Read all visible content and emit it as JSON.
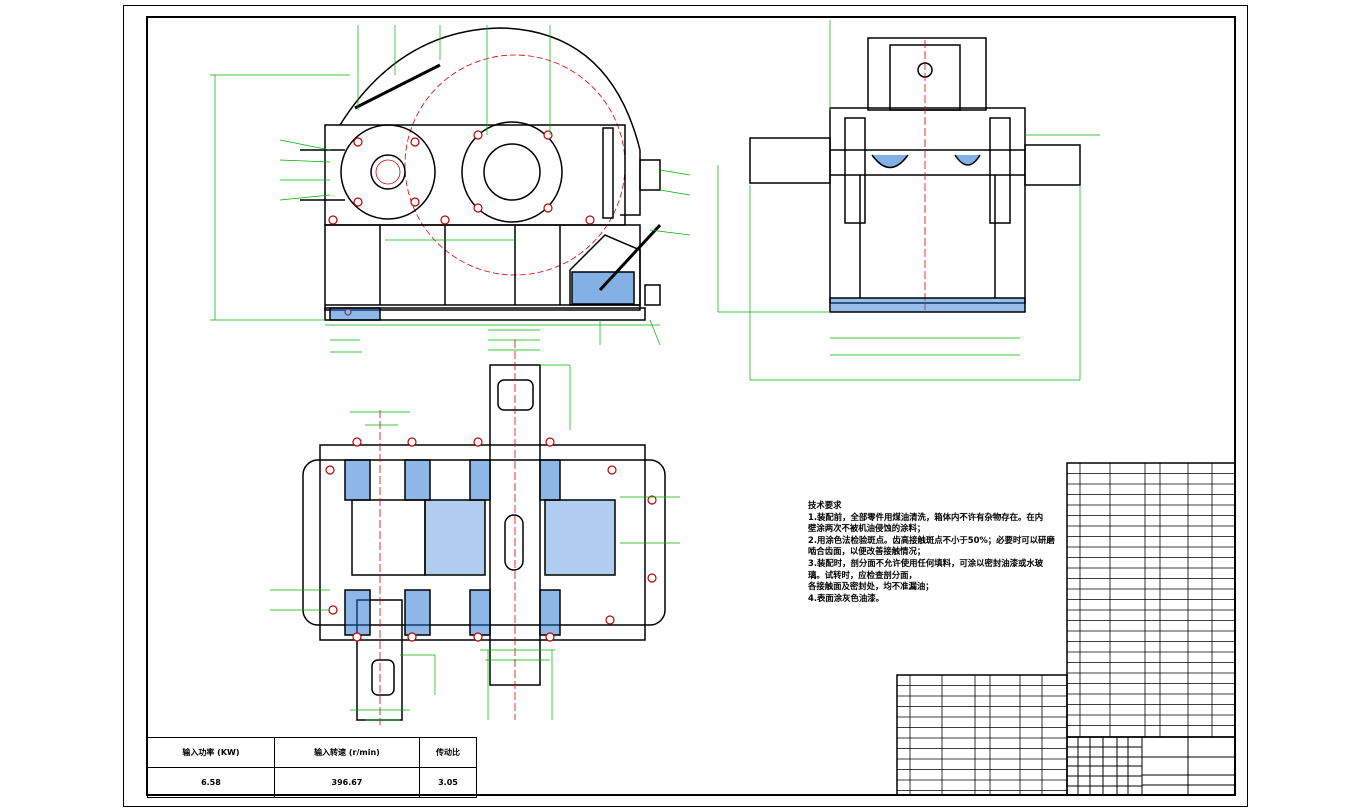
{
  "drawing": {
    "type": "cad-assembly-drawing",
    "views": [
      "front-view",
      "side-view",
      "top-section-view"
    ]
  },
  "tech_requirements": {
    "title": "技术要求",
    "lines": [
      "1.装配前，全部零件用煤油清洗，箱体内不许有杂物存在。在内",
      "壁涂两次不被机油侵蚀的涂料；",
      "2.用涂色法检验斑点。齿高接触斑点不小于50%；必要时可以研磨",
      "啮合齿面，以便改善接触情况；",
      "3.装配时，剖分面不允许使用任何填料，可涂以密封油漆或水玻",
      "璃。试转时，应检查剖分面，",
      "各接触面及密封处，均不准漏油；",
      "4.表面涂灰色油漆。"
    ]
  },
  "params_table": {
    "headers": [
      "输入功率 (KW)",
      "输入转速 (r/min)",
      "传动比"
    ],
    "values": [
      "6.58",
      "396.67",
      "3.05"
    ]
  },
  "colors": {
    "outline": "#000000",
    "dimension": "#00b000",
    "centerline": "#e00000",
    "hatch": "#1e6fd0"
  }
}
